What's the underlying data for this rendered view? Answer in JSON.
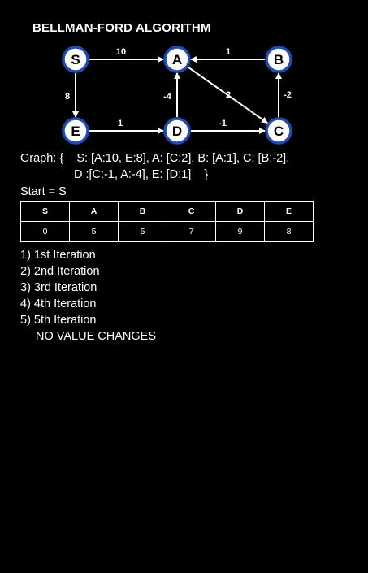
{
  "title": "BELLMAN-FORD ALGORITHM",
  "colors": {
    "node_border": "#1f4bb5",
    "node_fill": "#ffffff",
    "node_text": "#000000",
    "edge": "#ffffff"
  },
  "nodes": [
    {
      "id": "S",
      "label": "S"
    },
    {
      "id": "A",
      "label": "A"
    },
    {
      "id": "B",
      "label": "B"
    },
    {
      "id": "E",
      "label": "E"
    },
    {
      "id": "D",
      "label": "D"
    },
    {
      "id": "C",
      "label": "C"
    }
  ],
  "edges": [
    {
      "from": "S",
      "to": "A",
      "weight": "10"
    },
    {
      "from": "B",
      "to": "A",
      "weight": "1"
    },
    {
      "from": "S",
      "to": "E",
      "weight": "8"
    },
    {
      "from": "D",
      "to": "A",
      "weight": "-4"
    },
    {
      "from": "A",
      "to": "C",
      "weight": "2"
    },
    {
      "from": "C",
      "to": "B",
      "weight": "-2"
    },
    {
      "from": "E",
      "to": "D",
      "weight": "1"
    },
    {
      "from": "D",
      "to": "C",
      "weight": "-1"
    }
  ],
  "graph_text": {
    "line1": "Graph: {    S: [A:10, E:8], A: [C:2], B: [A:1], C: [B:-2],",
    "line2": "D :[C:-1, A:-4], E: [D:1]    }"
  },
  "start": "Start = S",
  "table": {
    "headers": [
      "S",
      "A",
      "B",
      "C",
      "D",
      "E"
    ],
    "values": [
      "0",
      "5",
      "5",
      "7",
      "9",
      "8"
    ]
  },
  "iterations": [
    "1) 1st Iteration",
    "2) 2nd Iteration",
    "3) 3rd Iteration",
    "4) 4th Iteration",
    "5) 5th Iteration"
  ],
  "note": "NO VALUE CHANGES"
}
